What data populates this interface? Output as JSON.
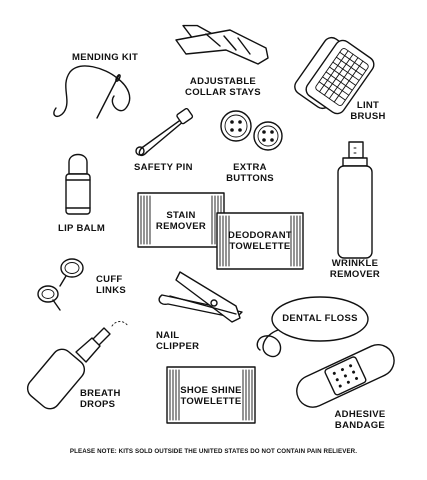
{
  "items": {
    "mending_kit": "MENDING KIT",
    "collar_stays": [
      "ADJUSTABLE",
      "COLLAR STAYS"
    ],
    "lint_brush": [
      "LINT",
      "BRUSH"
    ],
    "safety_pin": "SAFETY PIN",
    "extra_buttons": [
      "EXTRA",
      "BUTTONS"
    ],
    "lip_balm": "LIP BALM",
    "stain_remover": [
      "STAIN",
      "REMOVER"
    ],
    "deodorant_towelette": [
      "DEODORANT",
      "TOWELETTE"
    ],
    "wrinkle_remover": [
      "WRINKLE",
      "REMOVER"
    ],
    "cuff_links": [
      "CUFF",
      "LINKS"
    ],
    "nail_clipper": [
      "NAIL",
      "CLIPPER"
    ],
    "dental_floss": "DENTAL FLOSS",
    "breath_drops": [
      "BREATH",
      "DROPS"
    ],
    "shoe_shine_towelette": [
      "SHOE SHINE",
      "TOWELETTE"
    ],
    "adhesive_bandage": [
      "ADHESIVE",
      "BANDAGE"
    ]
  },
  "footnote": "PLEASE NOTE: KITS SOLD OUTSIDE THE UNITED STATES DO NOT CONTAIN PAIN RELIEVER."
}
